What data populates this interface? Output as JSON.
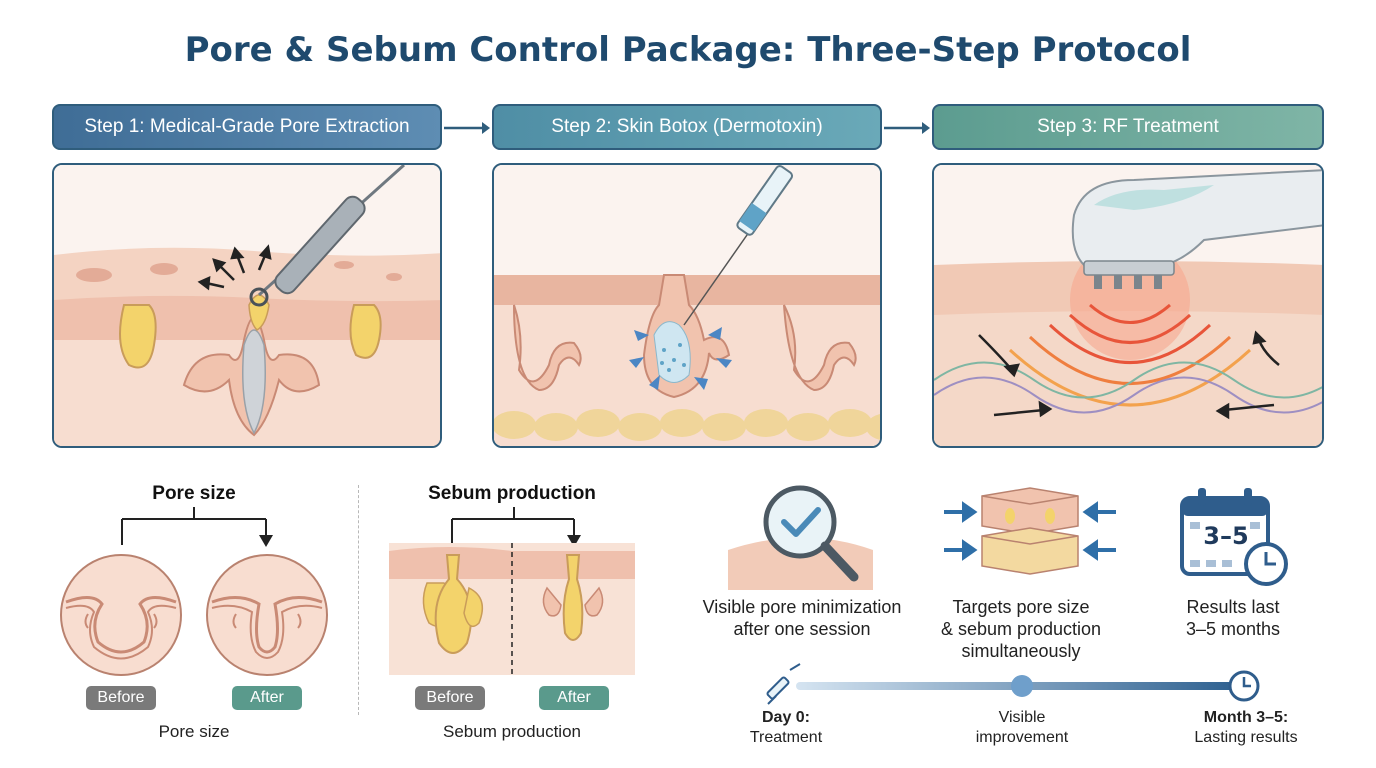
{
  "title": "Pore & Sebum Control Package: Three-Step Protocol",
  "steps": [
    {
      "label": "Step 1: Medical-Grade Pore Extraction"
    },
    {
      "label": "Step 2: Skin Botox (Dermotoxin)"
    },
    {
      "label": "Step 3: RF Treatment"
    }
  ],
  "comparisons": [
    {
      "title": "Pore size",
      "before": "Before",
      "after": "After",
      "caption": "Pore size"
    },
    {
      "title": "Sebum production",
      "before": "Before",
      "after": "After",
      "caption": "Sebum production"
    }
  ],
  "benefits": [
    {
      "icon": "magnifier-check-icon",
      "text_line1": "Visible pore minimization",
      "text_line2": "after one session"
    },
    {
      "icon": "skin-layers-icon",
      "text_line1": "Targets pore size",
      "text_line2": "& sebum production",
      "text_line3": "simultaneously"
    },
    {
      "icon": "calendar-clock-icon",
      "calendar_text": "3–5",
      "text_line1": "Results last",
      "text_line2": "3–5 months"
    }
  ],
  "timeline": [
    {
      "label_bold": "Day 0:",
      "label": "Treatment",
      "icon": "syringe-icon"
    },
    {
      "label_bold": "",
      "label_line1": "Visible",
      "label": "improvement",
      "icon": "dot-marker"
    },
    {
      "label_bold": "Month 3–5:",
      "label": "Lasting results",
      "icon": "clock-icon"
    }
  ],
  "colors": {
    "title": "#1f4a6e",
    "step1": "#4a78a0",
    "step2": "#5a9bb0",
    "step3": "#6aa99c",
    "skin": "#f2cbb8",
    "sebum": "#f3d36b"
  }
}
